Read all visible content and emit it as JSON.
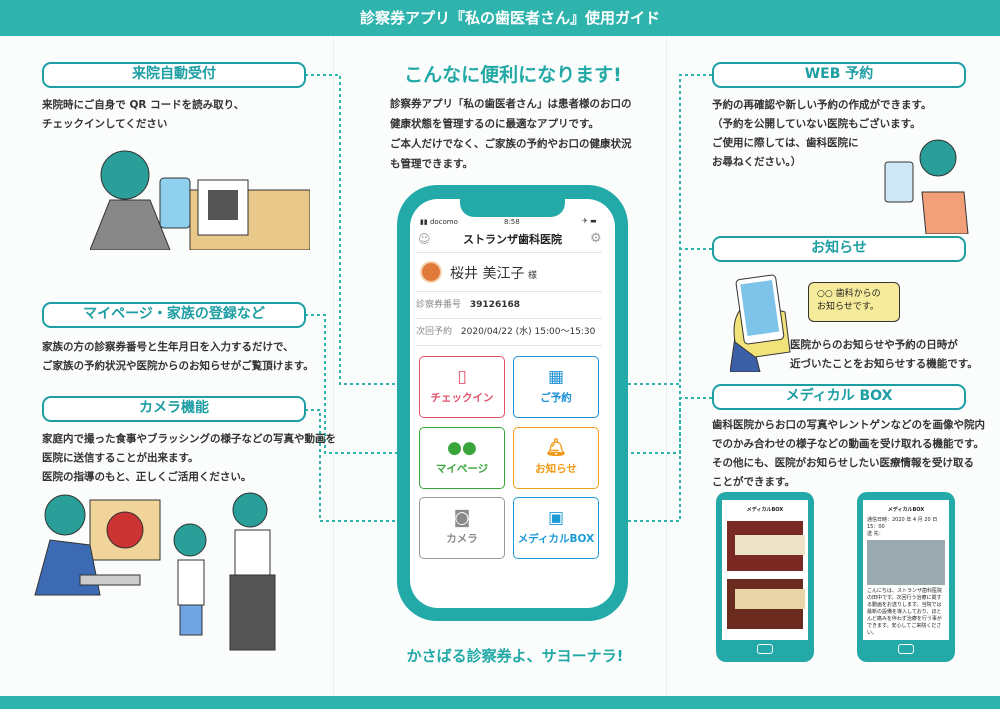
{
  "banner_title": "診察券アプリ『私の歯医者さん』使用ガイド",
  "headline": "こんなに便利になります!",
  "intro": [
    "診察券アプリ「私の歯医者さん」は患者様のお口の",
    "健康状態を管理するのに最適なアプリです。",
    "ご本人だけでなく、ご家族の予約やお口の健康状況",
    "も管理できます。"
  ],
  "tagline": "かさばる診察券よ、サヨーナラ!",
  "left_sections": [
    {
      "title": "来院自動受付",
      "lines": [
        "来院時にご自身で QR コードを読み取り、",
        "チェックインしてください"
      ]
    },
    {
      "title": "マイページ・家族の登録など",
      "lines": [
        "家族の方の診察券番号と生年月日を入力するだけで、",
        "ご家族の予約状況や医院からのお知らせがご覧頂けます。"
      ]
    },
    {
      "title": "カメラ機能",
      "lines": [
        "家庭内で撮った食事やブラッシングの様子などの写真や動画を",
        "医院に送信することが出来ます。",
        "医院の指導のもと、正しくご活用ください。"
      ]
    }
  ],
  "right_sections": [
    {
      "title": "WEB 予約",
      "lines": [
        "予約の再確認や新しい予約の作成ができます。",
        "（予約を公開していない医院もございます。",
        "ご使用に際しては、歯科医院に",
        "お尋ねください。）"
      ]
    },
    {
      "title": "お知らせ",
      "lines": [
        "医院からのお知らせや予約の日時が",
        "近づいたことをお知らせする機能です。"
      ],
      "bubble": [
        "○○ 歯科からの",
        "お知らせです。"
      ]
    },
    {
      "title": "メディカル BOX",
      "lines": [
        "歯科医院からお口の写真やレントゲンなどのを画像や院内",
        "でのかみ合わせの様子などの動画を受け取れる機能です。",
        "その他にも、医院がお知らせしたい医療情報を受け取る",
        "ことができます。"
      ]
    }
  ],
  "app": {
    "carrier": "docomo",
    "time": "8:58",
    "clinic": "ストランザ歯科医院",
    "patient_name": "桜井 美江子",
    "honorific": "様",
    "card_label": "診察券番号",
    "card_number": "39126168",
    "next_label": "次回予約",
    "next_value": "2020/04/22 (水) 15:00〜15:30",
    "buttons": [
      {
        "label": "チェックイン",
        "icon": "smartphone-icon",
        "color": "#e2516a"
      },
      {
        "label": "ご予約",
        "icon": "calendar-icon",
        "color": "#1c8fd6"
      },
      {
        "label": "マイページ",
        "icon": "people-icon",
        "color": "#3aa53a"
      },
      {
        "label": "お知らせ",
        "icon": "bell-icon",
        "color": "#f09a16"
      },
      {
        "label": "カメラ",
        "icon": "camera-icon",
        "color": "#8a8a8a"
      },
      {
        "label": "メディカルBOX",
        "icon": "images-icon",
        "color": "#1c9ad6"
      }
    ]
  },
  "mini_phones": [
    {
      "title": "メディカルBOX"
    },
    {
      "title": "メディカルBOX",
      "meta": [
        "通信日時：2020 年 4 月 20 日 15：00",
        "送 先："
      ],
      "body": "こんにちは、ストランザ歯科医院の田中です。次回行う治療に関する動画をお送りします。当院では最新の設備を導入しており、ほとんど痛みを伴わず治療を行う事ができます。安心してご来院ください。"
    }
  ],
  "colors": {
    "teal": "#2fb3ad",
    "accent": "#1d9ea3"
  }
}
